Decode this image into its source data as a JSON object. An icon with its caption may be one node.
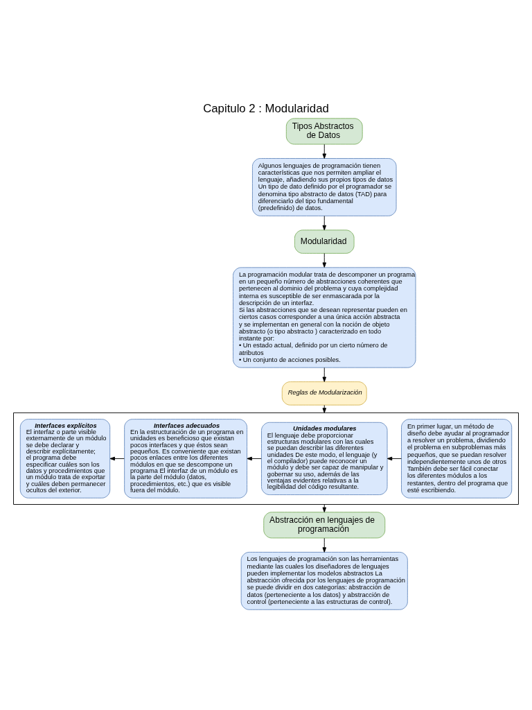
{
  "diagram": {
    "title": "Capitulo 2 : Modularidad",
    "nodes": [
      {
        "text": [
          "Tipos Abstractos de Datos"
        ]
      },
      {
        "text": [
          "Algunos lenguajes de programación tienen características que nos permiten ampliar el lenguaje, añadiendo sus propios tipos de datos Un tipo de dato definido por el programador se denomina tipo abstracto de datos (TAD) para diferenciarlo del tipo fundamental (predefinido) de datos."
        ]
      },
      {
        "text": [
          "Modularidad"
        ]
      },
      {
        "text": [
          "La programación modular trata de descomponer un programa en un pequeño número de abstracciones coherentes que pertenecen al dominio del problema y cuya complejidad interna es susceptible de ser enmascarada por la descripción de un interfaz.",
          "Si las abstracciones que se desean representar pueden en ciertos casos corresponder a una única acción abstracta y se implementan en general con la noción de objeto abstracto (o tipo abstracto ) caracterizado en todo instante por:",
          "• Un estado actual, definido por un cierto número de atributos",
          "• Un conjunto de acciones posibles."
        ]
      },
      {
        "text": [
          "Reglas de Modularización"
        ]
      },
      {
        "text": [],
        "shape": "box"
      },
      {
        "text": [
          "Interfaces explícitos",
          "El interfaz o parte visible externamente de un módulo se debe declarar y describir explícitamente; el programa debe especificar cuáles son los datos y procedimientos que un módulo trata de exportar y cuáles deben permanecer ocultos del exterior."
        ],
        "in": 5
      },
      {
        "text": [
          "Interfaces adecuados",
          "En la estructuración de un programa en unidades es beneficioso que existan pocos interfaces y que éstos sean pequeños. Es conveniente que existan pocos enlaces entre los diferentes módulos en que se descompone un programa El interfaz de un módulo es la parte del módulo (datos, procedimientos, etc.) que es visible fuera del módulo."
        ],
        "in": 5
      },
      {
        "text": [
          "Unidades modulares",
          "El lenguaje debe proporcionar estructuras modulares con las cuales se puedan describir las diferentes unidades De este modo, el lenguaje (y el compilador) puede reconocer un módulo y debe ser capaz de manipular y gobernar su uso, además de las ventajas evidentes relativas a la legibilidad del código resultante."
        ],
        "in": 5
      },
      {
        "text": [
          "En primer lugar, un método de diseño debe ayudar al programador a resolver un problema, dividiendo el problema en subproblemas más pequeños, que se puedan resolver independientemente unos de otros También debe ser fácil conectar los diferentes módulos a los restantes, dentro del programa que esté escribiendo."
        ],
        "in": 5
      },
      {
        "text": [
          "Abstracción en lenguajes de programación"
        ]
      },
      {
        "text": [
          "Los lenguajes de programación son las herramientas mediante las cuales los diseñadores de lenguajes pueden implementar los modelos abstractos La abstracción ofrecida por los lenguajes de programación se puede dividir en dos categorías: abstracción de datos (perteneciente a los datos) y abstracción de control (perteneciente a las estructuras de control)."
        ]
      }
    ],
    "edges": [
      {
        "from": 0,
        "to": 1,
        "arrow": "to"
      },
      {
        "from": 1,
        "to": 2,
        "arrow": "to"
      },
      {
        "from": 2,
        "to": 3,
        "arrow": "to"
      },
      {
        "from": 3,
        "to": 4,
        "arrow": "to"
      },
      {
        "from": 4,
        "to": 5,
        "arrow": "to"
      },
      {
        "from": 9,
        "to": 8,
        "arrow": "to"
      },
      {
        "from": 8,
        "to": 7,
        "arrow": "to"
      },
      {
        "from": 7,
        "to": 6,
        "arrow": "to"
      },
      {
        "from": 5,
        "to": 10,
        "arrow": "to"
      },
      {
        "from": 10,
        "to": 11,
        "arrow": "to"
      }
    ]
  }
}
